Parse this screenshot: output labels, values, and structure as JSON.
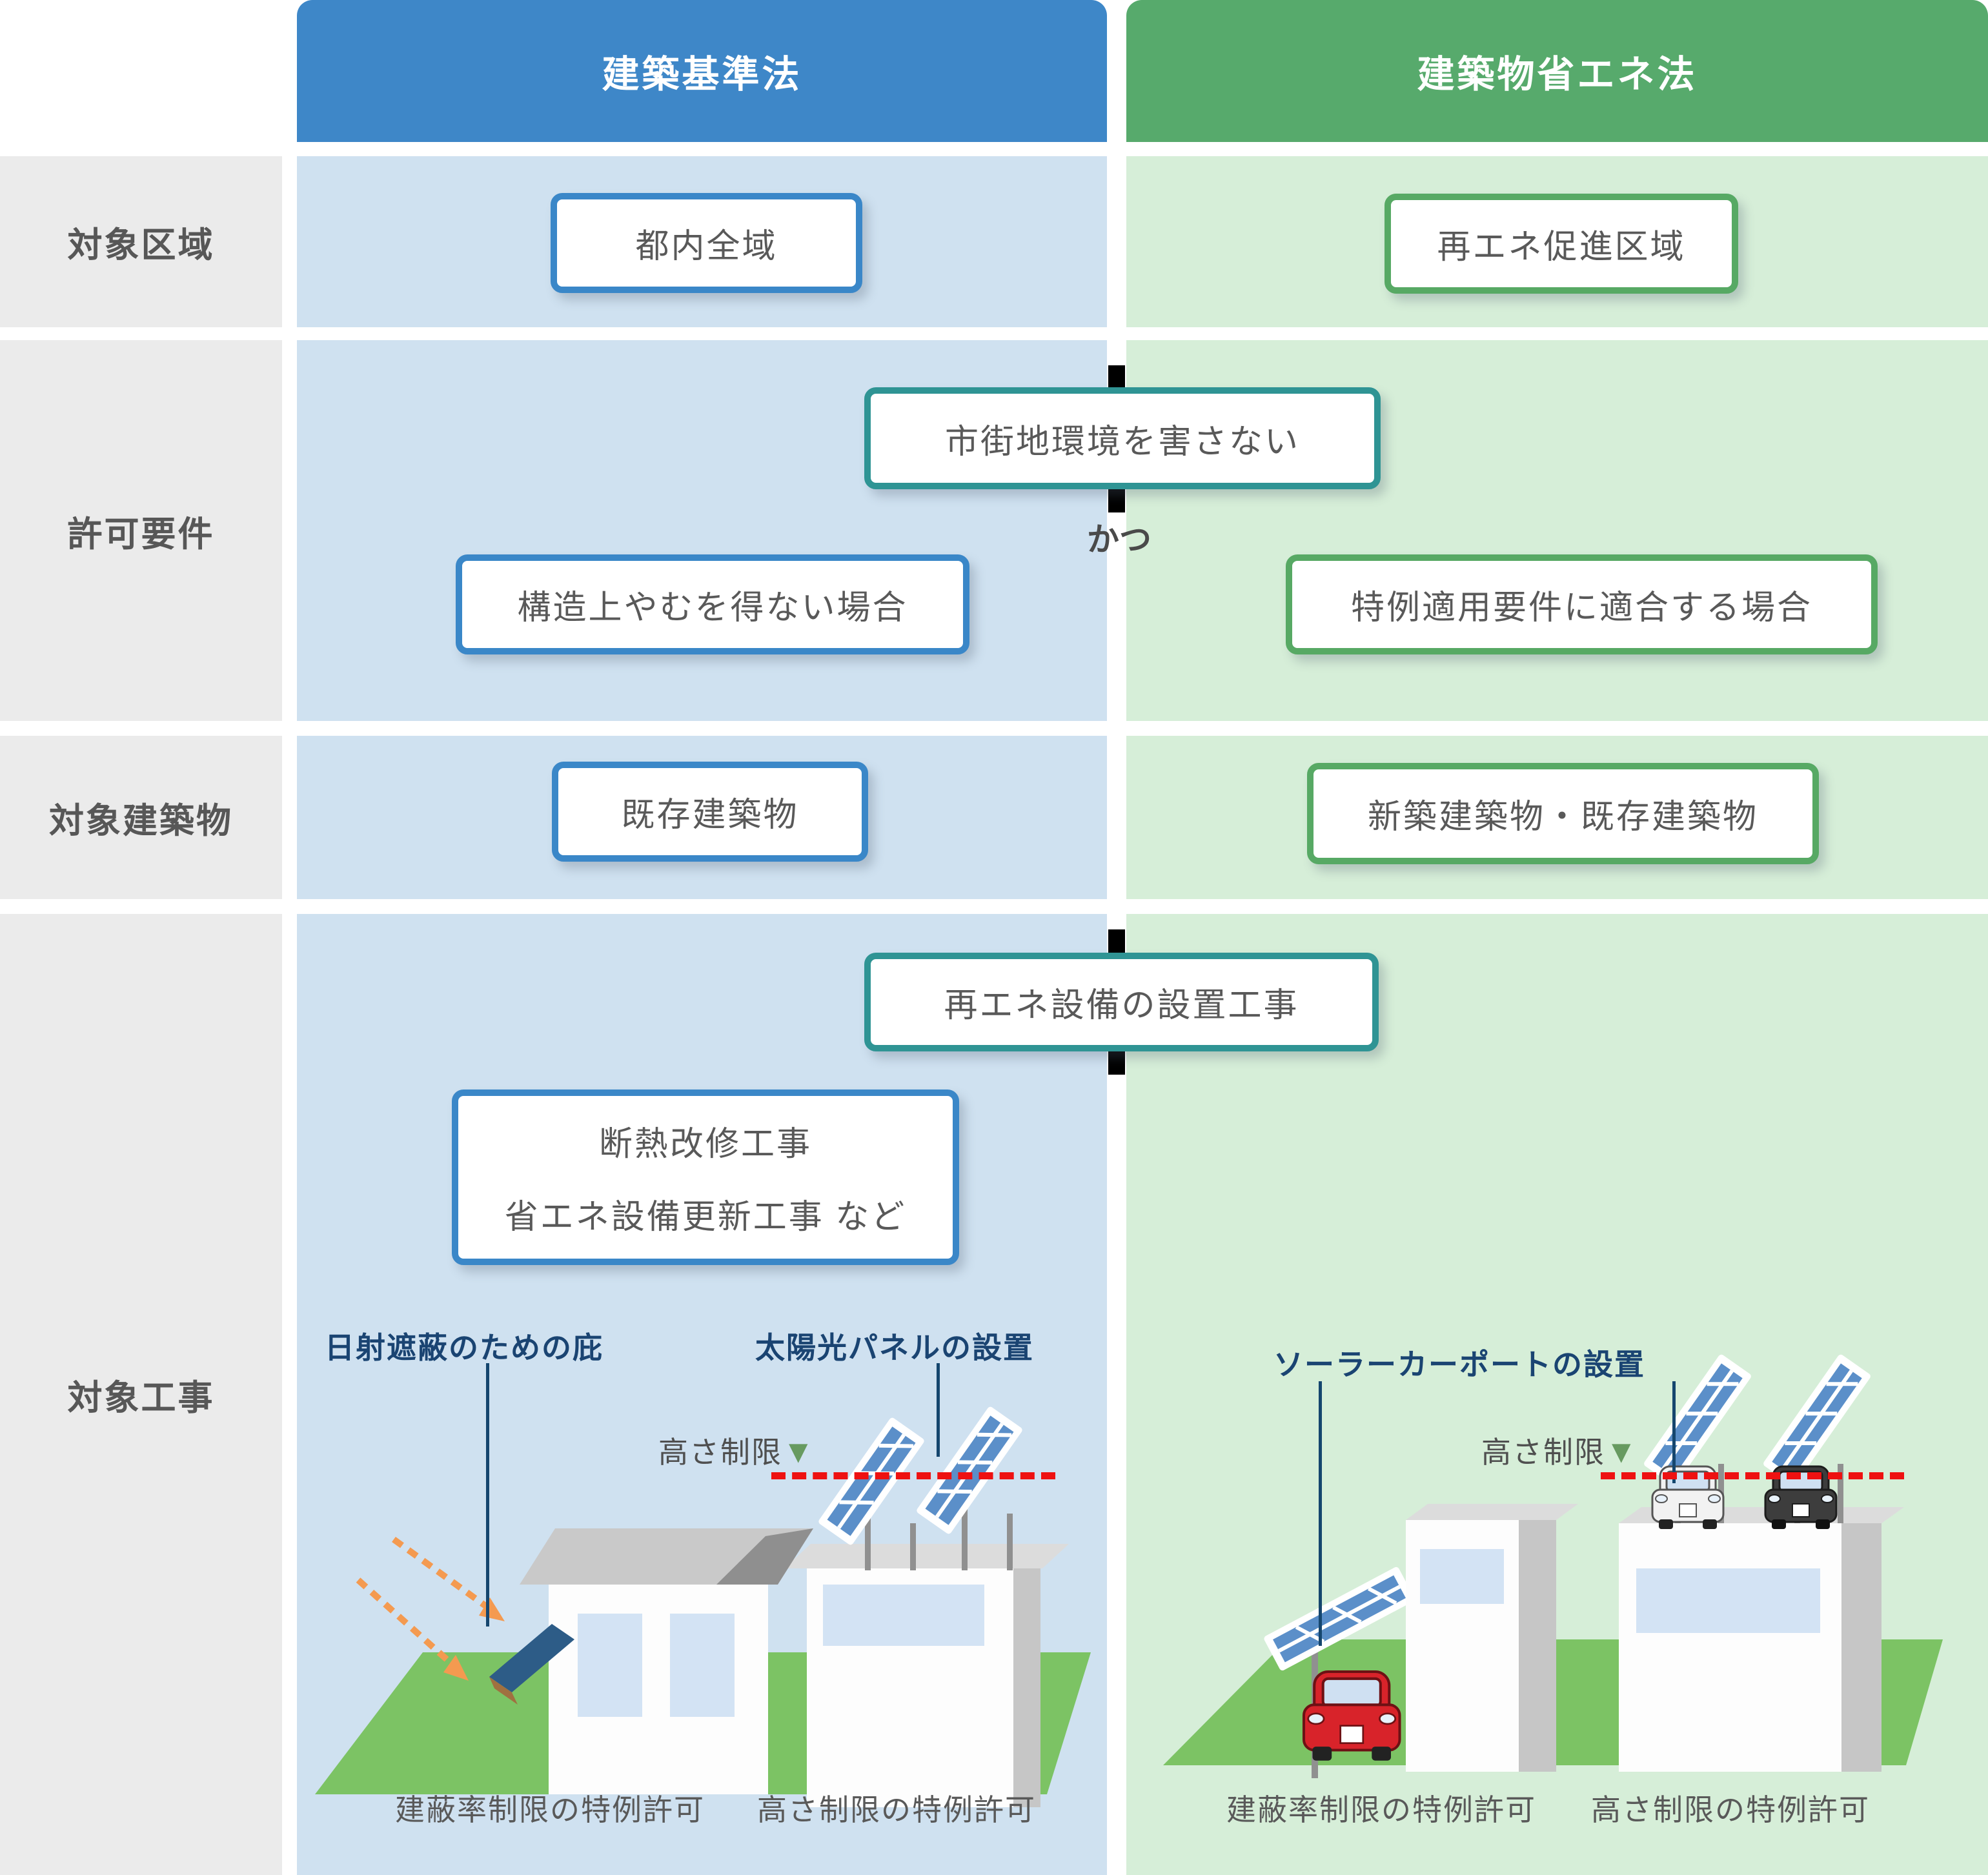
{
  "header": {
    "blue": "建築基準法",
    "green": "建築物省エネ法"
  },
  "rows": {
    "area": {
      "label": "対象区域",
      "blue": "都内全域",
      "green": "再エネ促進区域"
    },
    "requirements": {
      "label": "許可要件",
      "shared": "市街地環境を害さない",
      "connector": "かつ",
      "blue": "構造上やむを得ない場合",
      "green": "特例適用要件に適合する場合"
    },
    "buildings": {
      "label": "対象建築物",
      "blue": "既存建築物",
      "green": "新築建築物・既存建築物"
    },
    "works": {
      "label": "対象工事",
      "shared": "再エネ設備の設置工事",
      "blue_line1": "断熱改修工事",
      "blue_line2": "省エネ設備更新工事 など",
      "blue_label_eaves": "日射遮蔽のための庇",
      "blue_label_panel": "太陽光パネルの設置",
      "green_label_carport": "ソーラーカーポートの設置",
      "height_limit": "高さ制限",
      "height_limit_marker": "▼",
      "caption_coverage": "建蔽率制限の特例許可",
      "caption_height": "高さ制限の特例許可"
    }
  },
  "colors": {
    "blue_header": "#3e87c8",
    "green_header": "#57aa6c",
    "blue_body": "#cfe1f0",
    "green_body": "#d6eed8",
    "label_bg": "#ebebeb",
    "teal_border": "#2f9494",
    "blue_border": "#3a87c8",
    "green_border": "#57a964",
    "navy_label": "#1a4472",
    "red_dashed_line": "#ee1111",
    "orange_arrow": "#f49a50",
    "ground_green": "#7cc364",
    "panel_blue": "#5b8fc9",
    "text_dark": "#595959",
    "connector_square": "#000000",
    "height_marker_green": "#679a60"
  }
}
